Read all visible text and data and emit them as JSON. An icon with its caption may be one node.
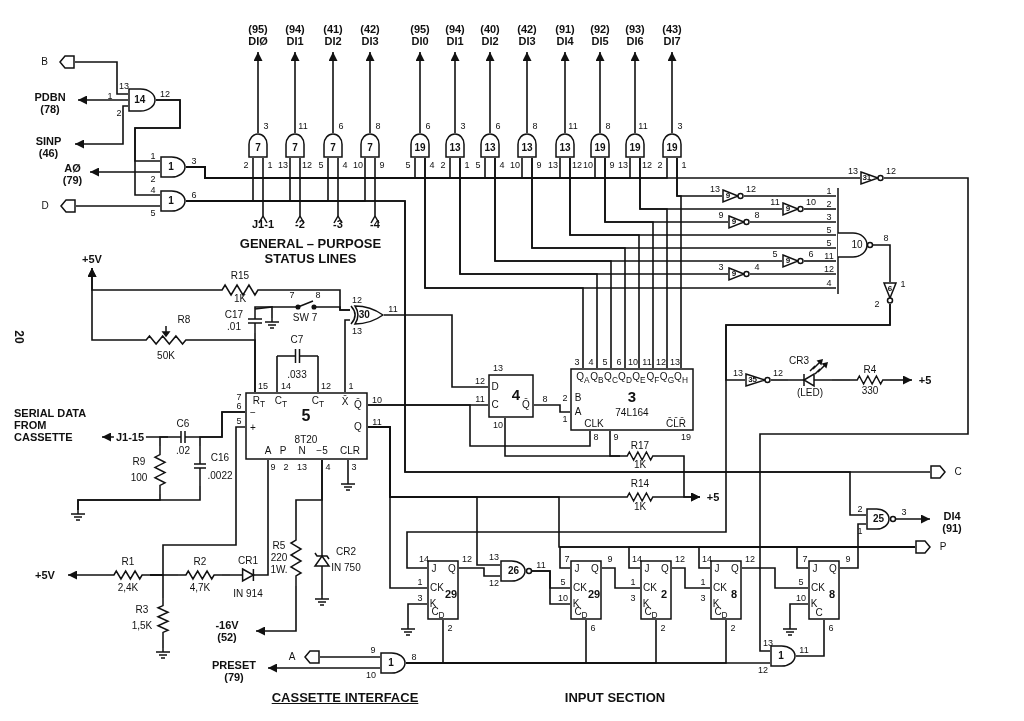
{
  "diagram": {
    "nodes": [
      {
        "text": [
          "B"
        ]
      },
      {
        "text": [
          "PDBN",
          "(78)"
        ]
      },
      {
        "text": [
          "SINP",
          "(46)"
        ]
      },
      {
        "text": [
          "AØ",
          "(79)"
        ]
      },
      {
        "text": [
          "D"
        ]
      },
      {
        "text": [
          "14"
        ],
        "beside": [
          "1",
          "13",
          "2",
          "12"
        ]
      },
      {
        "text": [
          "1"
        ],
        "beside": [
          "1",
          "2",
          "3"
        ]
      },
      {
        "text": [
          "1"
        ],
        "beside": [
          "4",
          "5",
          "6"
        ]
      },
      {
        "text": [
          "7"
        ],
        "beside": [
          "3",
          "2",
          "1"
        ]
      },
      {
        "text": [
          "7"
        ],
        "beside": [
          "11",
          "13",
          "12"
        ]
      },
      {
        "text": [
          "7"
        ],
        "beside": [
          "6",
          "5",
          "4"
        ]
      },
      {
        "text": [
          "7"
        ],
        "beside": [
          "8",
          "10",
          "9"
        ]
      },
      {
        "text": [
          "(95)",
          "DIØ"
        ]
      },
      {
        "text": [
          "(94)",
          "DI1"
        ]
      },
      {
        "text": [
          "(41)",
          "DI2"
        ]
      },
      {
        "text": [
          "(42)",
          "DI3"
        ]
      },
      {
        "text": [
          "J1-1"
        ]
      },
      {
        "text": [
          "-2"
        ]
      },
      {
        "text": [
          "-3"
        ]
      },
      {
        "text": [
          "-4"
        ]
      },
      {
        "text": [
          "19"
        ],
        "beside": [
          "6",
          "5",
          "4"
        ]
      },
      {
        "text": [
          "13"
        ],
        "beside": [
          "3",
          "2",
          "1"
        ]
      },
      {
        "text": [
          "13"
        ],
        "beside": [
          "6",
          "5",
          "4"
        ]
      },
      {
        "text": [
          "13"
        ],
        "beside": [
          "8",
          "10",
          "9"
        ]
      },
      {
        "text": [
          "13"
        ],
        "beside": [
          "11",
          "13",
          "12"
        ]
      },
      {
        "text": [
          "19"
        ],
        "beside": [
          "8",
          "10",
          "9"
        ]
      },
      {
        "text": [
          "19"
        ],
        "beside": [
          "11",
          "13",
          "12"
        ]
      },
      {
        "text": [
          "19"
        ],
        "beside": [
          "3",
          "2",
          "1"
        ]
      },
      {
        "text": [
          "(95)",
          "DI0"
        ]
      },
      {
        "text": [
          "(94)",
          "DI1"
        ]
      },
      {
        "text": [
          "(40)",
          "DI2"
        ]
      },
      {
        "text": [
          "(42)",
          "DI3"
        ]
      },
      {
        "text": [
          "(91)",
          "DI4"
        ]
      },
      {
        "text": [
          "(92)",
          "DI5"
        ]
      },
      {
        "text": [
          "(93)",
          "DI6"
        ]
      },
      {
        "text": [
          "(43)",
          "DI7"
        ]
      },
      {
        "text": [
          "9"
        ],
        "beside": [
          "13",
          "12"
        ]
      },
      {
        "text": [
          "9"
        ],
        "beside": [
          "11",
          "10"
        ]
      },
      {
        "text": [
          "9"
        ],
        "beside": [
          "9",
          "8"
        ]
      },
      {
        "text": [
          "9"
        ],
        "beside": [
          "5",
          "6"
        ]
      },
      {
        "text": [
          "9"
        ],
        "beside": [
          "3",
          "4"
        ]
      },
      {
        "text": [
          "10"
        ],
        "beside": [
          "1",
          "2",
          "3",
          "5",
          "5",
          "11",
          "12",
          "4",
          "8"
        ]
      },
      {
        "text": [
          "31"
        ],
        "beside": [
          "13",
          "12"
        ]
      },
      {
        "text": [
          "6"
        ],
        "beside": [
          "1",
          "2"
        ]
      },
      {
        "text": [
          "R15",
          "1K"
        ]
      },
      {
        "text": [
          "SW 7"
        ],
        "beside": [
          "7",
          "8"
        ]
      },
      {
        "text": [
          "C17",
          ".01"
        ]
      },
      {
        "text": [
          "R8",
          "50K"
        ]
      },
      {
        "text": [
          "30"
        ],
        "beside": [
          "12",
          "13",
          "11"
        ]
      },
      {
        "text": [
          "5",
          "8T20",
          "R$_{T}$",
          "C$_{T}$",
          "C$_{T}$",
          "X̄",
          "Q̄",
          "Q",
          "−",
          "+",
          "A",
          "P",
          "N",
          "−5",
          "CLR"
        ],
        "beside": [
          "15",
          "14",
          "12",
          "1",
          "7",
          "6",
          "5",
          "10",
          "11",
          "9",
          "2",
          "13",
          "4",
          "3"
        ]
      },
      {
        "text": [
          "C7",
          ".033"
        ]
      },
      {
        "text": [
          "SERIAL DATA FROM CASSETTE"
        ]
      },
      {
        "text": [
          "C6",
          ".02"
        ]
      },
      {
        "text": [
          "C16",
          ".0022"
        ]
      },
      {
        "text": [
          "R9",
          "100"
        ]
      },
      {
        "text": [],
        "shape": "ground"
      },
      {
        "text": [
          "+5V"
        ]
      },
      {
        "text": [
          "R1",
          "2,4K"
        ]
      },
      {
        "text": [
          "R2",
          "4,7K"
        ]
      },
      {
        "text": [
          "CR1",
          "IN 914"
        ]
      },
      {
        "text": [
          "R3",
          "1,5K"
        ]
      },
      {
        "text": [],
        "shape": "ground"
      },
      {
        "text": [
          "R5",
          "220",
          "1W."
        ]
      },
      {
        "text": [
          "CR2",
          "IN 750"
        ]
      },
      {
        "text": [],
        "shape": "ground"
      },
      {
        "text": [
          "-16V",
          "(52)"
        ]
      },
      {
        "text": [],
        "shape": "ground"
      },
      {
        "text": [],
        "shape": "ground"
      },
      {
        "text": [
          "4",
          "D",
          "C",
          "Q̄"
        ],
        "beside": [
          "13",
          "12",
          "11",
          "10",
          "8"
        ]
      },
      {
        "text": [
          "3",
          "74L164",
          "Q$_{A}$",
          "Q$_{B}$",
          "Q$_{C}$",
          "Q$_{D}$",
          "Q$_{E}$",
          "Q$_{F}$",
          "Q$_{G}$",
          "Q$_{H}$",
          "B",
          "A",
          "CLK",
          "C̄L̄R̄"
        ],
        "beside": [
          "3",
          "4",
          "5",
          "6",
          "10",
          "11",
          "12",
          "13",
          "2",
          "1",
          "8",
          "9",
          "19"
        ]
      },
      {
        "text": [
          "R17",
          "1K"
        ]
      },
      {
        "text": [
          "R14",
          "1K"
        ]
      },
      {
        "text": [
          "+5"
        ]
      },
      {
        "text": [
          "35"
        ],
        "beside": [
          "13",
          "12"
        ]
      },
      {
        "text": [
          "CR3",
          "(LED)"
        ]
      },
      {
        "text": [
          "R4",
          "330"
        ]
      },
      {
        "text": [
          "+5"
        ]
      },
      {
        "text": [
          "C"
        ]
      },
      {
        "text": [
          "25"
        ],
        "beside": [
          "2",
          "1",
          "3"
        ]
      },
      {
        "text": [
          "DI4",
          "(91)"
        ]
      },
      {
        "text": [
          "P"
        ]
      },
      {
        "text": [
          "J",
          "Q",
          "CK",
          "K",
          "C$_{D}$",
          "29"
        ],
        "beside": [
          "14",
          "1",
          "3",
          "12",
          "2"
        ]
      },
      {
        "text": [
          "26"
        ],
        "beside": [
          "13",
          "12",
          "11"
        ]
      },
      {
        "text": [
          "J",
          "Q",
          "CK",
          "K",
          "C$_{D}$",
          "29"
        ],
        "beside": [
          "7",
          "5",
          "10",
          "9",
          "6"
        ]
      },
      {
        "text": [
          "J",
          "Q",
          "CK",
          "K",
          "C$_{D}$",
          "2"
        ],
        "beside": [
          "14",
          "1",
          "3",
          "12",
          "2"
        ]
      },
      {
        "text": [
          "J",
          "Q",
          "CK",
          "K",
          "C$_{D}$",
          "8"
        ],
        "beside": [
          "14",
          "1",
          "3",
          "12",
          "2"
        ]
      },
      {
        "text": [
          "J",
          "Q",
          "CK",
          "K",
          "C",
          "8"
        ],
        "beside": [
          "7",
          "5",
          "10",
          "9",
          "6"
        ]
      },
      {
        "text": [],
        "shape": "ground"
      },
      {
        "text": [],
        "shape": "ground"
      },
      {
        "text": [
          "1"
        ],
        "beside": [
          "13",
          "12",
          "11"
        ]
      },
      {
        "text": [
          "1"
        ],
        "beside": [
          "9",
          "10",
          "8"
        ]
      },
      {
        "text": [
          "A"
        ]
      },
      {
        "text": [
          "PRESET",
          "(79)"
        ]
      },
      {
        "text": [
          "+5V"
        ]
      }
    ],
    "edges": [
      {
        "from": 0,
        "to": 5,
        "arrow": "none"
      },
      {
        "from": 5,
        "to": 1,
        "arrow": "to"
      },
      {
        "from": 5,
        "to": 2,
        "arrow": "to"
      },
      {
        "from": 6,
        "to": 3,
        "arrow": "to"
      },
      {
        "from": 7,
        "to": 4,
        "arrow": "none"
      },
      {
        "from": 5,
        "to": 6,
        "arrow": "none"
      },
      {
        "from": 5,
        "to": 7,
        "arrow": "none"
      },
      {
        "from": 7,
        "to": 8,
        "arrow": "none"
      },
      {
        "from": 7,
        "to": 9,
        "arrow": "none"
      },
      {
        "from": 7,
        "to": 10,
        "arrow": "none"
      },
      {
        "from": 7,
        "to": 11,
        "arrow": "none"
      },
      {
        "from": 6,
        "to": 20,
        "arrow": "none"
      },
      {
        "from": 6,
        "to": 21,
        "arrow": "none"
      },
      {
        "from": 6,
        "to": 22,
        "arrow": "none"
      },
      {
        "from": 6,
        "to": 23,
        "arrow": "none"
      },
      {
        "from": 6,
        "to": 24,
        "arrow": "none"
      },
      {
        "from": 6,
        "to": 25,
        "arrow": "none"
      },
      {
        "from": 6,
        "to": 26,
        "arrow": "none"
      },
      {
        "from": 6,
        "to": 27,
        "arrow": "none"
      },
      {
        "from": 8,
        "to": 12,
        "arrow": "to"
      },
      {
        "from": 9,
        "to": 13,
        "arrow": "to"
      },
      {
        "from": 10,
        "to": 14,
        "arrow": "to"
      },
      {
        "from": 11,
        "to": 15,
        "arrow": "to"
      },
      {
        "from": 20,
        "to": 28,
        "arrow": "to"
      },
      {
        "from": 21,
        "to": 29,
        "arrow": "to"
      },
      {
        "from": 22,
        "to": 30,
        "arrow": "to"
      },
      {
        "from": 23,
        "to": 31,
        "arrow": "to"
      },
      {
        "from": 24,
        "to": 32,
        "arrow": "to"
      },
      {
        "from": 25,
        "to": 33,
        "arrow": "to"
      },
      {
        "from": 26,
        "to": 34,
        "arrow": "to"
      },
      {
        "from": 27,
        "to": 35,
        "arrow": "to"
      },
      {
        "from": 8,
        "to": 16,
        "arrow": "other"
      },
      {
        "from": 9,
        "to": 17,
        "arrow": "other"
      },
      {
        "from": 10,
        "to": 18,
        "arrow": "other"
      },
      {
        "from": 11,
        "to": 19,
        "arrow": "other"
      },
      {
        "from": 27,
        "to": 36,
        "arrow": "none"
      },
      {
        "from": 36,
        "to": 41,
        "arrow": "none"
      },
      {
        "from": 26,
        "to": 37,
        "arrow": "none"
      },
      {
        "from": 37,
        "to": 41,
        "arrow": "none"
      },
      {
        "from": 25,
        "to": 38,
        "arrow": "none"
      },
      {
        "from": 38,
        "to": 41,
        "arrow": "none"
      },
      {
        "from": 24,
        "to": 41,
        "arrow": "none"
      },
      {
        "from": 23,
        "to": 41,
        "arrow": "none"
      },
      {
        "from": 22,
        "to": 39,
        "arrow": "none"
      },
      {
        "from": 39,
        "to": 41,
        "arrow": "none"
      },
      {
        "from": 21,
        "to": 40,
        "arrow": "none"
      },
      {
        "from": 40,
        "to": 41,
        "arrow": "none"
      },
      {
        "from": 20,
        "to": 41,
        "arrow": "none"
      },
      {
        "from": 69,
        "to": 20,
        "arrow": "none"
      },
      {
        "from": 69,
        "to": 21,
        "arrow": "none"
      },
      {
        "from": 69,
        "to": 22,
        "arrow": "none"
      },
      {
        "from": 69,
        "to": 23,
        "arrow": "none"
      },
      {
        "from": 69,
        "to": 24,
        "arrow": "none"
      },
      {
        "from": 69,
        "to": 25,
        "arrow": "none"
      },
      {
        "from": 69,
        "to": 26,
        "arrow": "none"
      },
      {
        "from": 69,
        "to": 27,
        "arrow": "none"
      },
      {
        "from": 6,
        "to": 42,
        "arrow": "none"
      },
      {
        "from": 42,
        "to": 89,
        "arrow": "none"
      },
      {
        "from": 41,
        "to": 43,
        "arrow": "none"
      },
      {
        "from": 43,
        "to": 73,
        "arrow": "none"
      },
      {
        "from": 43,
        "to": 81,
        "arrow": "none"
      },
      {
        "from": 73,
        "to": 74,
        "arrow": "none"
      },
      {
        "from": 74,
        "to": 75,
        "arrow": "none"
      },
      {
        "from": 75,
        "to": 76,
        "arrow": "to"
      },
      {
        "from": 44,
        "to": 93,
        "arrow": "to"
      },
      {
        "from": 47,
        "to": 93,
        "arrow": "to"
      },
      {
        "from": 47,
        "to": 49,
        "arrow": "none"
      },
      {
        "from": 46,
        "to": 49,
        "arrow": "none"
      },
      {
        "from": 46,
        "to": 45,
        "arrow": "none"
      },
      {
        "from": 46,
        "to": 67,
        "arrow": "none"
      },
      {
        "from": 44,
        "to": 48,
        "arrow": "none"
      },
      {
        "from": 45,
        "to": 48,
        "arrow": "none"
      },
      {
        "from": 48,
        "to": 49,
        "arrow": "none"
      },
      {
        "from": 48,
        "to": 68,
        "arrow": "none"
      },
      {
        "from": 50,
        "to": 49,
        "arrow": "none"
      },
      {
        "from": 50,
        "to": 49,
        "arrow": "none"
      },
      {
        "from": 52,
        "to": 51,
        "arrow": "to",
        "label": "J1-15"
      },
      {
        "from": 52,
        "to": 49,
        "arrow": "none"
      },
      {
        "from": 53,
        "to": 49,
        "arrow": "none"
      },
      {
        "from": 53,
        "to": 55,
        "arrow": "none"
      },
      {
        "from": 54,
        "to": 52,
        "arrow": "none"
      },
      {
        "from": 54,
        "to": 55,
        "arrow": "none"
      },
      {
        "from": 49,
        "to": 57,
        "arrow": "none"
      },
      {
        "from": 57,
        "to": 56,
        "arrow": "to"
      },
      {
        "from": 57,
        "to": 58,
        "arrow": "none"
      },
      {
        "from": 58,
        "to": 59,
        "arrow": "none"
      },
      {
        "from": 59,
        "to": 49,
        "arrow": "none"
      },
      {
        "from": 57,
        "to": 60,
        "arrow": "none"
      },
      {
        "from": 60,
        "to": 61,
        "arrow": "none"
      },
      {
        "from": 49,
        "to": 62,
        "arrow": "none"
      },
      {
        "from": 62,
        "to": 65,
        "arrow": "to"
      },
      {
        "from": 49,
        "to": 63,
        "arrow": "none"
      },
      {
        "from": 63,
        "to": 64,
        "arrow": "none"
      },
      {
        "from": 49,
        "to": 66,
        "arrow": "none"
      },
      {
        "from": 49,
        "to": 68,
        "arrow": "none"
      },
      {
        "from": 49,
        "to": 69,
        "arrow": "none"
      },
      {
        "from": 68,
        "to": 69,
        "arrow": "none"
      },
      {
        "from": 68,
        "to": 70,
        "arrow": "none"
      },
      {
        "from": 69,
        "to": 70,
        "arrow": "none"
      },
      {
        "from": 70,
        "to": 72,
        "arrow": "to"
      },
      {
        "from": 71,
        "to": 72,
        "arrow": "to"
      },
      {
        "from": 49,
        "to": 71,
        "arrow": "none"
      },
      {
        "from": 49,
        "to": 81,
        "arrow": "none"
      },
      {
        "from": 49,
        "to": 82,
        "arrow": "none"
      },
      {
        "from": 49,
        "to": 80,
        "arrow": "none"
      },
      {
        "from": 7,
        "to": 77,
        "arrow": "none"
      },
      {
        "from": 7,
        "to": 78,
        "arrow": "none"
      },
      {
        "from": 78,
        "to": 79,
        "arrow": "to"
      },
      {
        "from": 86,
        "to": 78,
        "arrow": "none"
      },
      {
        "from": 83,
        "to": 80,
        "arrow": "none"
      },
      {
        "from": 84,
        "to": 80,
        "arrow": "none"
      },
      {
        "from": 85,
        "to": 80,
        "arrow": "none"
      },
      {
        "from": 86,
        "to": 80,
        "arrow": "none"
      },
      {
        "from": 81,
        "to": 82,
        "arrow": "none"
      },
      {
        "from": 82,
        "to": 83,
        "arrow": "none"
      },
      {
        "from": 82,
        "to": 83,
        "arrow": "none"
      },
      {
        "from": 83,
        "to": 84,
        "arrow": "none"
      },
      {
        "from": 84,
        "to": 85,
        "arrow": "none"
      },
      {
        "from": 85,
        "to": 86,
        "arrow": "none"
      },
      {
        "from": 81,
        "to": 87,
        "arrow": "none"
      },
      {
        "from": 86,
        "to": 88,
        "arrow": "none"
      },
      {
        "from": 90,
        "to": 81,
        "arrow": "none"
      },
      {
        "from": 90,
        "to": 83,
        "arrow": "none"
      },
      {
        "from": 90,
        "to": 84,
        "arrow": "none"
      },
      {
        "from": 90,
        "to": 85,
        "arrow": "none"
      },
      {
        "from": 90,
        "to": 89,
        "arrow": "none"
      },
      {
        "from": 89,
        "to": 86,
        "arrow": "none"
      },
      {
        "from": 91,
        "to": 90,
        "arrow": "none"
      },
      {
        "from": 90,
        "to": 92,
        "arrow": "to"
      }
    ],
    "labels": [
      "GENERAL – PURPOSE STATUS LINES",
      "20",
      "CASSETTE INTERFACE",
      "INPUT SECTION"
    ]
  }
}
